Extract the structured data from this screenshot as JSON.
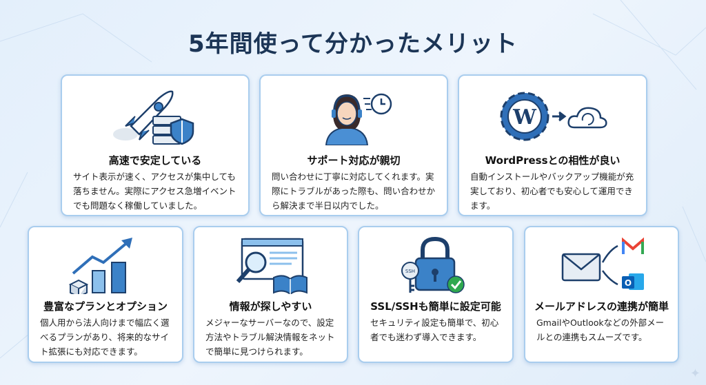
{
  "title": "5年間使って分かったメリット",
  "cards": [
    {
      "title": "高速で安定している",
      "body": "サイト表示が速く、アクセスが集中しても落ちません。実際にアクセス急増イベントでも問題なく稼働していました。",
      "icon": "rocket-server-shield-icon"
    },
    {
      "title": "サポート対応が親切",
      "body": "問い合わせに丁寧に対応してくれます。実際にトラブルがあった際も、問い合わせから解決まで半日以内でした。",
      "icon": "support-operator-clock-icon"
    },
    {
      "title": "WordPressとの相性が良い",
      "body": "自動インストールやバックアップ機能が充実しており、初心者でも安心して運用できます。",
      "icon": "wordpress-gear-cloud-icon"
    },
    {
      "title": "豊富なプランとオプション",
      "body": "個人用から法人向けまで幅広く選べるプランがあり、将来的なサイト拡張にも対応できます。",
      "icon": "growth-chart-icon"
    },
    {
      "title": "情報が探しやすい",
      "body": "メジャーなサーバーなので、設定方法やトラブル解決情報をネットで簡単に見つけられます。",
      "icon": "browser-search-book-icon"
    },
    {
      "title": "SSL/SSHも簡単に設定可能",
      "body": "セキュリティ設定も簡単で、初心者でも迷わず導入できます。",
      "icon": "padlock-key-check-icon"
    },
    {
      "title": "メールアドレスの連携が簡単",
      "body": "GmailやOutlookなどの外部メールとの連携もスムーズです。",
      "icon": "mail-gmail-outlook-icon"
    }
  ],
  "colors": {
    "accent": "#2f6fb8",
    "title": "#1c3556",
    "border": "#a9cdee"
  }
}
